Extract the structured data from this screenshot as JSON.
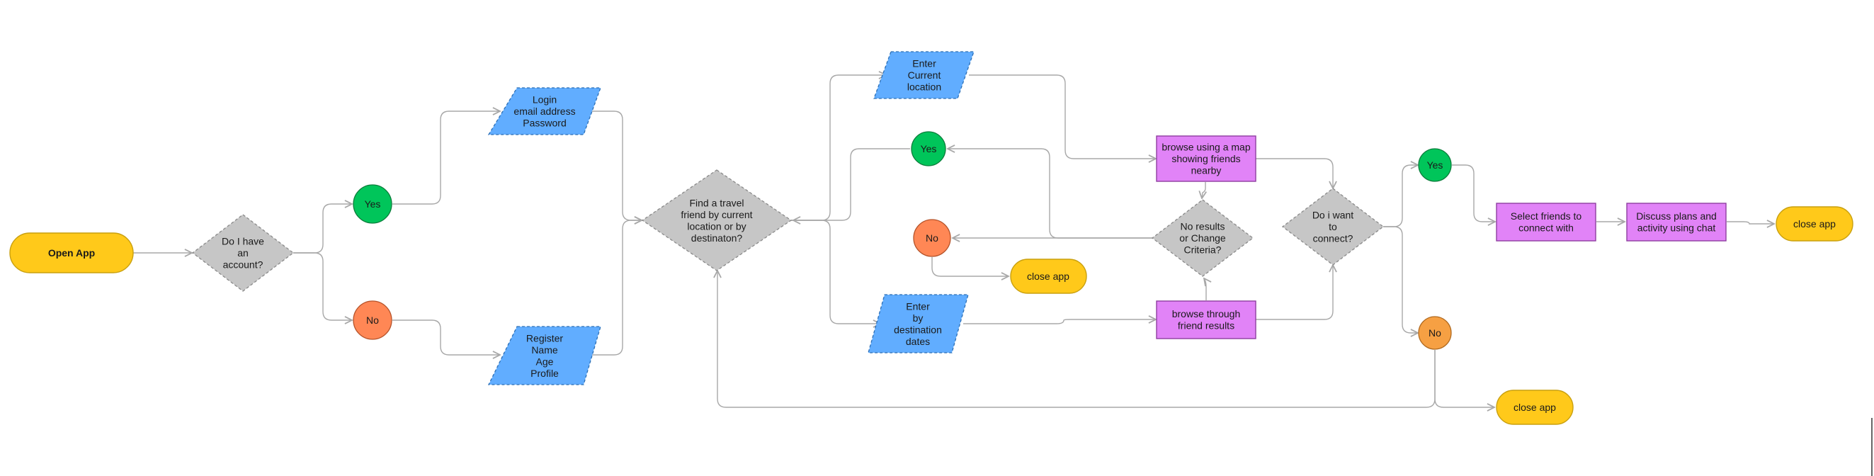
{
  "colors": {
    "terminal": "#FFC91A",
    "decision": "#C6C6C6",
    "io": "#61ADFF",
    "process": "#E183F7",
    "yes": "#00C55A",
    "no": "#FF8755",
    "edge": "#A8A8A8"
  },
  "nodes": {
    "open_app": {
      "lines": [
        "Open App"
      ]
    },
    "have_account": {
      "lines": [
        "Do I have",
        "an",
        "account?"
      ]
    },
    "yes_account": {
      "lines": [
        "Yes"
      ]
    },
    "no_account": {
      "lines": [
        "No"
      ]
    },
    "login": {
      "lines": [
        "Login",
        "email address",
        "Password"
      ]
    },
    "register": {
      "lines": [
        "Register",
        "Name",
        "Age",
        "Profile"
      ]
    },
    "find_friend": {
      "lines": [
        "Find a travel",
        "friend by current",
        "location or by",
        "destinaton?"
      ]
    },
    "enter_location": {
      "lines": [
        "Enter",
        "Current",
        "location"
      ]
    },
    "enter_dates": {
      "lines": [
        "Enter",
        "by",
        "destination",
        "dates"
      ]
    },
    "yes_results": {
      "lines": [
        "Yes"
      ]
    },
    "no_results_circle": {
      "lines": [
        "No"
      ]
    },
    "close_app_1": {
      "lines": [
        "close app"
      ]
    },
    "browse_map": {
      "lines": [
        "browse using a map",
        "showing friends",
        "nearby"
      ]
    },
    "no_results_decision": {
      "lines": [
        "No results",
        "or Change",
        "Criteria?"
      ]
    },
    "browse_results": {
      "lines": [
        "browse through",
        "friend results"
      ]
    },
    "want_connect": {
      "lines": [
        "Do i want",
        "to",
        "connect?"
      ]
    },
    "yes_connect": {
      "lines": [
        "Yes"
      ]
    },
    "no_connect": {
      "lines": [
        "No"
      ]
    },
    "select_friends": {
      "lines": [
        "Select friends to",
        "connect with"
      ]
    },
    "discuss_plans": {
      "lines": [
        "Discuss plans and",
        "activity using chat"
      ]
    },
    "close_app_2": {
      "lines": [
        "close app"
      ]
    },
    "close_app_3": {
      "lines": [
        "close app"
      ]
    }
  }
}
